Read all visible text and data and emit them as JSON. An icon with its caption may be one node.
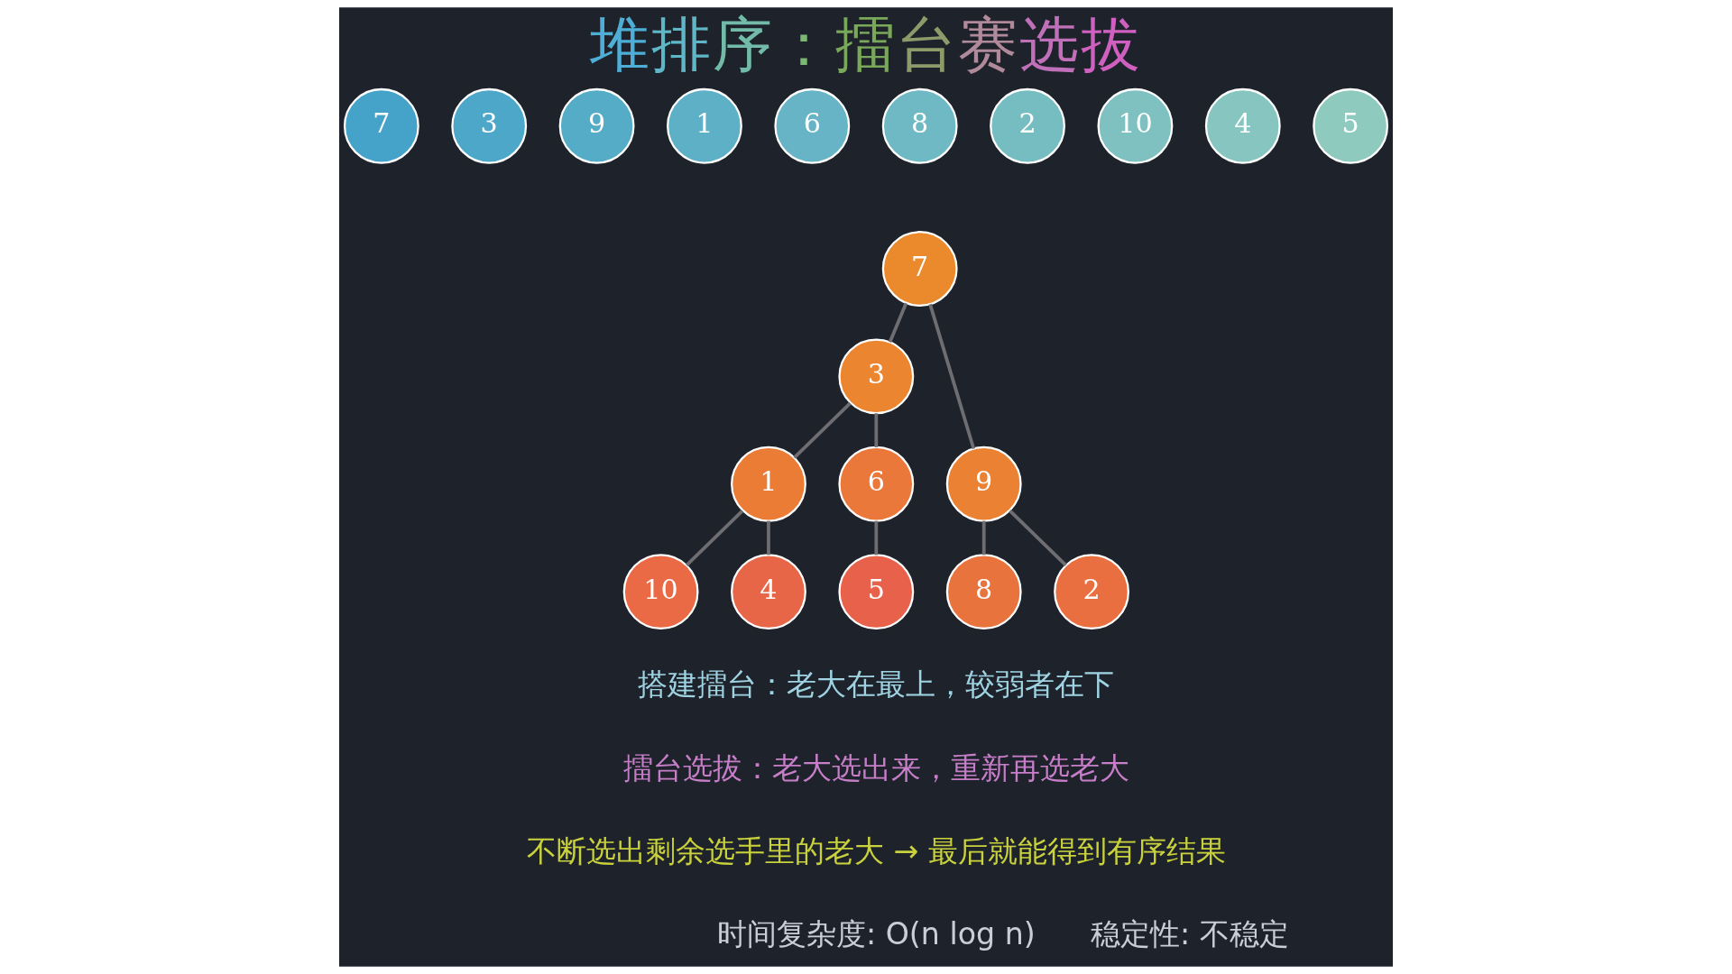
{
  "diagram": {
    "title": "堆排序：擂台赛选拔",
    "nodes": [
      {
        "text": [
          "7"
        ]
      },
      {
        "text": [
          "3"
        ]
      },
      {
        "text": [
          "9"
        ]
      },
      {
        "text": [
          "1"
        ]
      },
      {
        "text": [
          "6"
        ]
      },
      {
        "text": [
          "8"
        ]
      },
      {
        "text": [
          "2"
        ]
      },
      {
        "text": [
          "10"
        ]
      },
      {
        "text": [
          "4"
        ]
      },
      {
        "text": [
          "5"
        ]
      },
      {
        "text": [
          "7"
        ]
      },
      {
        "text": [
          "3"
        ]
      },
      {
        "text": [
          "9"
        ]
      },
      {
        "text": [
          "1"
        ]
      },
      {
        "text": [
          "6"
        ]
      },
      {
        "text": [
          "8"
        ]
      },
      {
        "text": [
          "2"
        ]
      },
      {
        "text": [
          "10"
        ]
      },
      {
        "text": [
          "4"
        ]
      },
      {
        "text": [
          "5"
        ]
      }
    ],
    "edges": [
      {
        "from": 10,
        "to": 11,
        "arrow": "none"
      },
      {
        "from": 10,
        "to": 12,
        "arrow": "none"
      },
      {
        "from": 11,
        "to": 13,
        "arrow": "none"
      },
      {
        "from": 11,
        "to": 14,
        "arrow": "none"
      },
      {
        "from": 12,
        "to": 15,
        "arrow": "none"
      },
      {
        "from": 12,
        "to": 16,
        "arrow": "none"
      },
      {
        "from": 13,
        "to": 17,
        "arrow": "none"
      },
      {
        "from": 13,
        "to": 18,
        "arrow": "none"
      },
      {
        "from": 14,
        "to": 19,
        "arrow": "none"
      }
    ],
    "labels": [
      "搭建擂台：老大在最上，较弱者在下",
      "擂台选拔：老大选出来，重新再选老大",
      "不断选出剩余选手里的老大 → 最后就能得到有序结果",
      "时间复杂度: O(n log n)",
      "稳定性: 不稳定"
    ]
  }
}
